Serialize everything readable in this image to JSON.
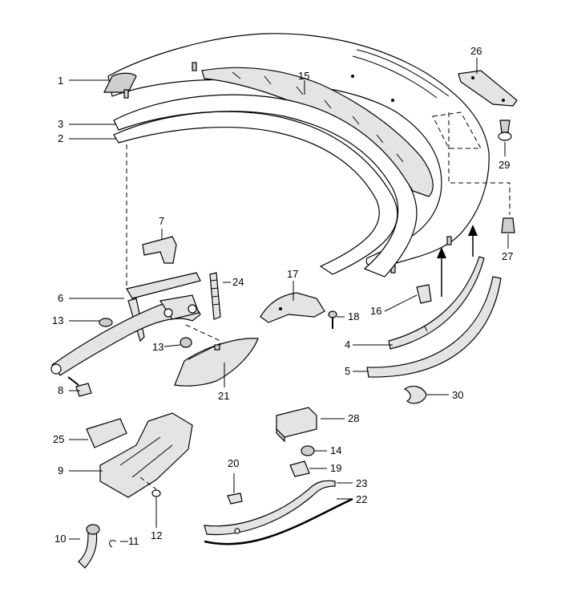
{
  "diagram": {
    "callouts": [
      {
        "id": "c1",
        "label": "1"
      },
      {
        "id": "c2",
        "label": "2"
      },
      {
        "id": "c3",
        "label": "3"
      },
      {
        "id": "c4",
        "label": "4"
      },
      {
        "id": "c5",
        "label": "5"
      },
      {
        "id": "c6",
        "label": "6"
      },
      {
        "id": "c7",
        "label": "7"
      },
      {
        "id": "c8",
        "label": "8"
      },
      {
        "id": "c9",
        "label": "9"
      },
      {
        "id": "c10",
        "label": "10"
      },
      {
        "id": "c11",
        "label": "11"
      },
      {
        "id": "c12",
        "label": "12"
      },
      {
        "id": "c13a",
        "label": "13"
      },
      {
        "id": "c13b",
        "label": "13"
      },
      {
        "id": "c14",
        "label": "14"
      },
      {
        "id": "c15",
        "label": "15"
      },
      {
        "id": "c16",
        "label": "16"
      },
      {
        "id": "c17",
        "label": "17"
      },
      {
        "id": "c18",
        "label": "18"
      },
      {
        "id": "c19",
        "label": "19"
      },
      {
        "id": "c20",
        "label": "20"
      },
      {
        "id": "c21",
        "label": "21"
      },
      {
        "id": "c22",
        "label": "22"
      },
      {
        "id": "c23",
        "label": "23"
      },
      {
        "id": "c24",
        "label": "24"
      },
      {
        "id": "c25",
        "label": "25"
      },
      {
        "id": "c26",
        "label": "26"
      },
      {
        "id": "c27",
        "label": "27"
      },
      {
        "id": "c28",
        "label": "28"
      },
      {
        "id": "c29",
        "label": "29"
      },
      {
        "id": "c30",
        "label": "30"
      }
    ]
  }
}
